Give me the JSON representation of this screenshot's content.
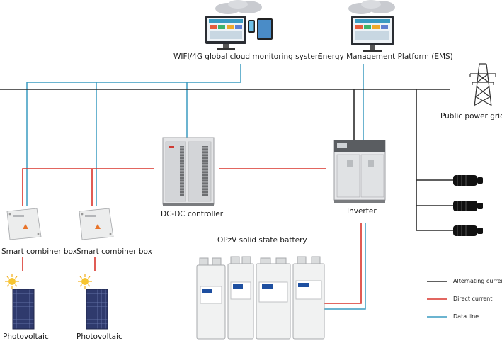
{
  "labels": {
    "cloud_monitoring": "WIFI/4G global cloud monitoring system",
    "ems": "Energy Management Platform (EMS)",
    "public_grid": "Public power grid",
    "dcdc": "DC-DC controller",
    "inverter": "Inverter",
    "battery": "OPzV solid state battery",
    "combiner_1": "Smart combiner box",
    "combiner_2": "Smart combiner box",
    "pv_1": "Photovoltaic",
    "pv_2": "Photovoltaic"
  },
  "legend": {
    "ac": "Alternating current",
    "dc": "Direct current",
    "data": "Data line"
  },
  "colors": {
    "ac": "#2b2b2b",
    "dc": "#d9342b",
    "data": "#3a9bc1"
  },
  "icons": {
    "cloud_monitoring": "monitor-tablet-cloud-icon",
    "ems": "monitor-cloud-icon",
    "public_grid": "transmission-tower-icon",
    "dcdc": "cabinet-icon",
    "inverter": "cabinet-icon",
    "battery": "battery-icon",
    "combiner": "junction-box-icon",
    "pv": "solar-panel-icon",
    "sun": "sun-icon",
    "load": "load-plug-icon"
  }
}
